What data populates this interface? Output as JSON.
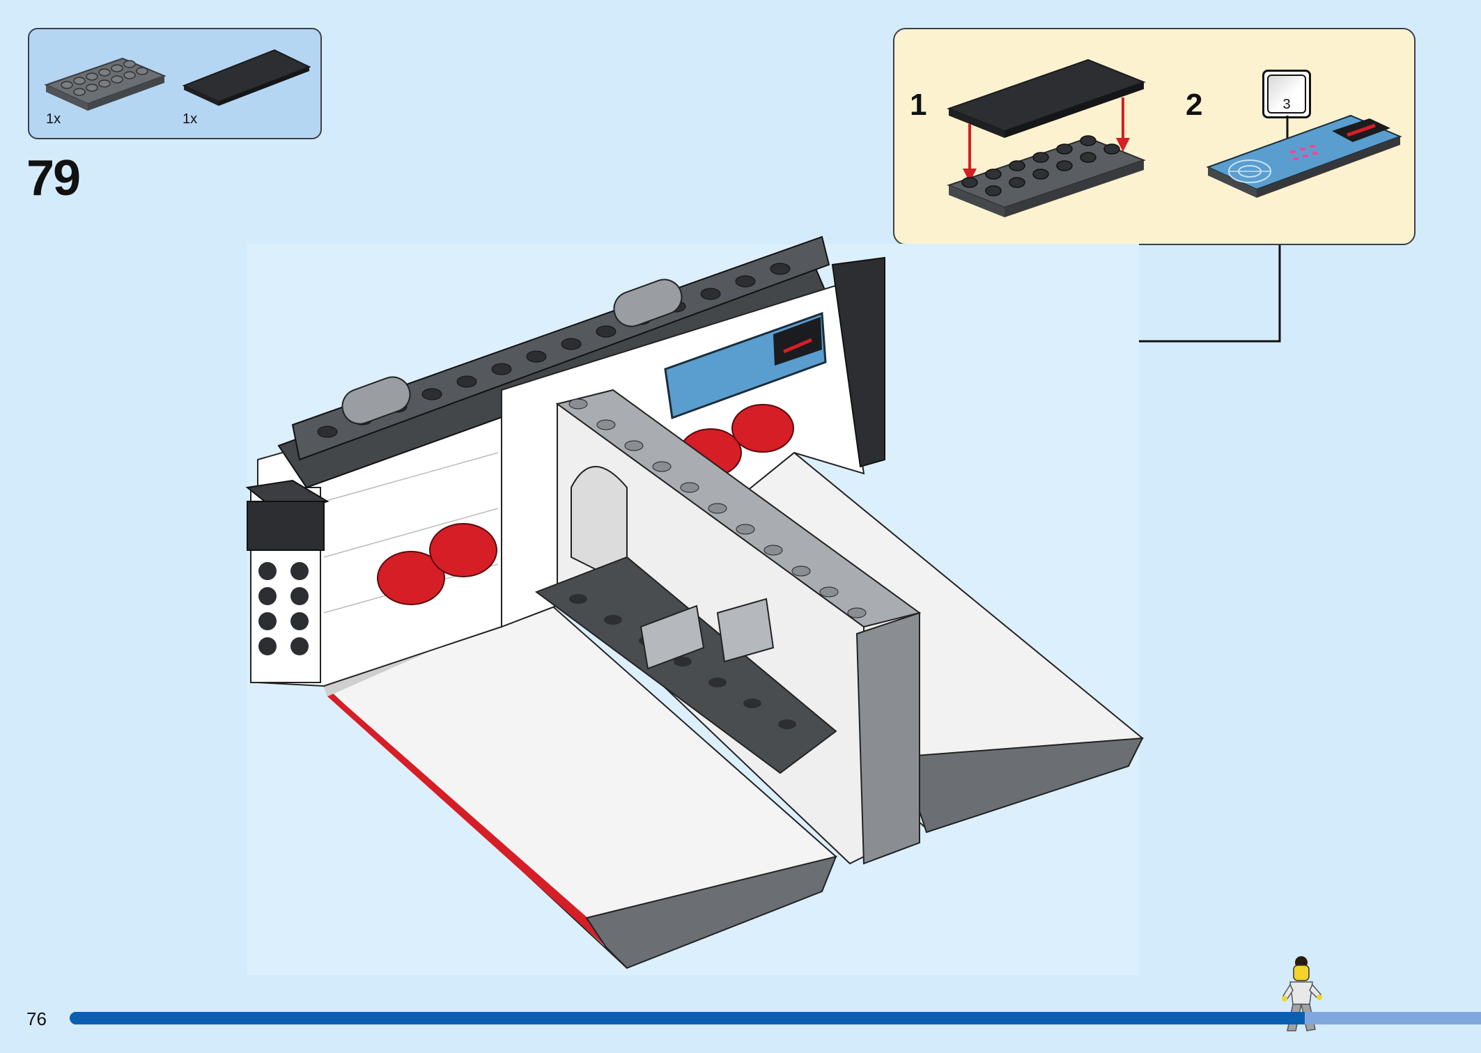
{
  "parts_list": {
    "items": [
      {
        "name": "2x6 plate",
        "color": "#6b6e72",
        "quantity": "1x"
      },
      {
        "name": "2x6 tile",
        "color": "#2c2e31",
        "quantity": "1x"
      }
    ]
  },
  "step": {
    "number": "79"
  },
  "sub_assembly": {
    "steps": [
      {
        "number": "1"
      },
      {
        "number": "2"
      }
    ],
    "sticker_number": "3"
  },
  "footer": {
    "page_number": "76",
    "progress_fraction": 0.875
  },
  "colors": {
    "background": "#d4ebfb",
    "parts_box": "#b5d6f3",
    "sub_box": "#fcf2cf",
    "progress_fill": "#0b5fb0",
    "progress_track": "#7fa7de",
    "accent_red": "#d61e26"
  }
}
